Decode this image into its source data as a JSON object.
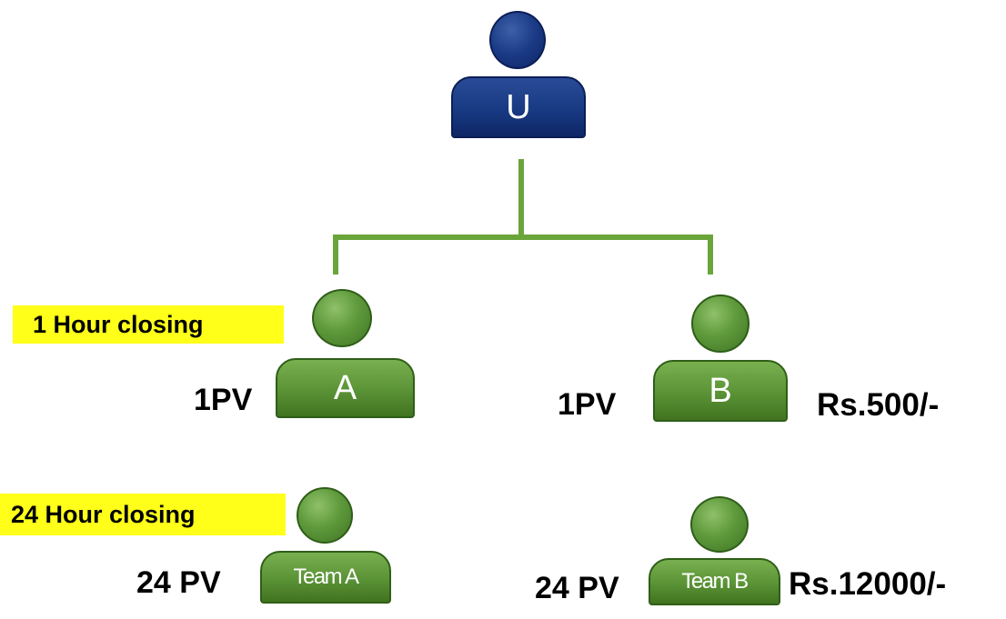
{
  "top_node": {
    "label": "U"
  },
  "level1": {
    "left": {
      "badge": "1 Hour closing",
      "pv": "1PV",
      "label": "A"
    },
    "right": {
      "pv": "1PV",
      "label": "B",
      "amount": "Rs.500/-"
    }
  },
  "level2": {
    "left": {
      "badge": "24 Hour closing",
      "pv": "24 PV",
      "label": "Team A"
    },
    "right": {
      "pv": "24 PV",
      "label": "Team B",
      "amount": "Rs.12000/-"
    }
  },
  "colors": {
    "top_node": "#183a83",
    "child_nodes": "#5a9236",
    "connector": "#6aa53a",
    "highlight": "#ffff1a"
  }
}
